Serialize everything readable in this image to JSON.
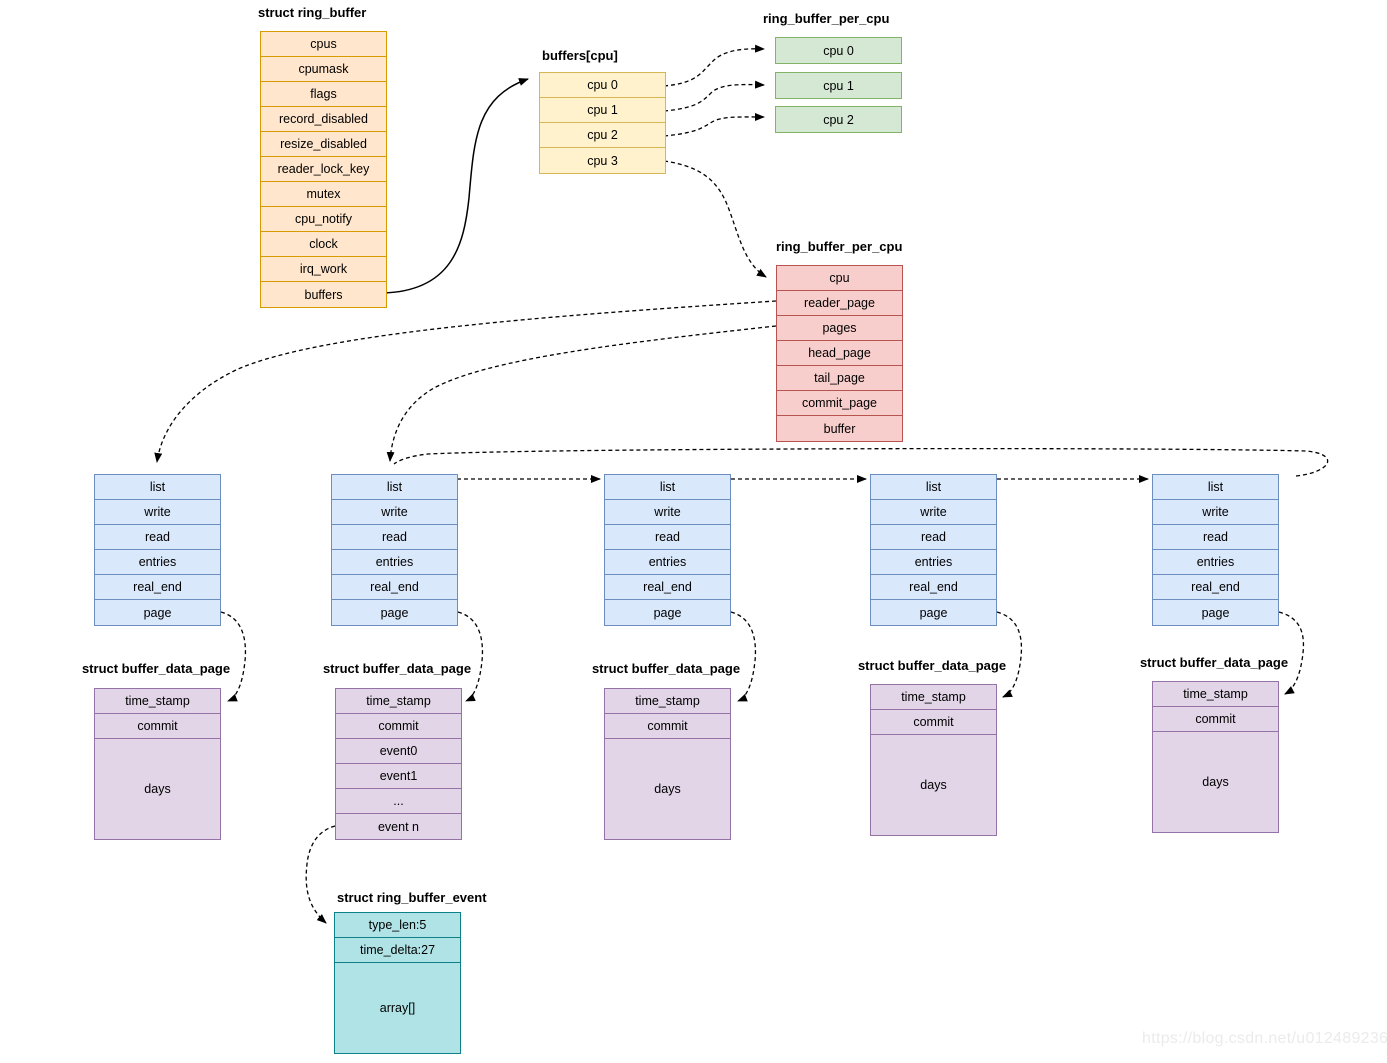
{
  "watermark": "https://blog.csdn.net/u012489236",
  "colors": {
    "orange_fill": "#ffe6cc",
    "orange_stroke": "#d79b00",
    "yellow_fill": "#fff2cc",
    "yellow_stroke": "#d6b656",
    "green_fill": "#d5e8d4",
    "green_stroke": "#82b366",
    "red_fill": "#f8cecc",
    "red_stroke": "#b85450",
    "blue_fill": "#dae8fc",
    "blue_stroke": "#6c8ebf",
    "purple_fill": "#e1d5e7",
    "purple_stroke": "#9673a6",
    "teal_fill": "#b0e3e6",
    "teal_stroke": "#0e8088",
    "connector": "#000000"
  },
  "diagram": {
    "ring_buffer": {
      "title": "struct ring_buffer",
      "rows": [
        "cpus",
        "cpumask",
        "flags",
        "record_disabled",
        "resize_disabled",
        "reader_lock_key",
        "mutex",
        "cpu_notify",
        "clock",
        "irq_work",
        "buffers"
      ]
    },
    "buffers_cpu": {
      "title": "buffers[cpu]",
      "rows": [
        "cpu 0",
        "cpu 1",
        "cpu 2",
        "cpu 3"
      ]
    },
    "per_cpu_array": {
      "title": "ring_buffer_per_cpu",
      "rows": [
        "cpu 0",
        "cpu 1",
        "cpu 2"
      ]
    },
    "per_cpu": {
      "title": "ring_buffer_per_cpu",
      "rows": [
        "cpu",
        "reader_page",
        "pages",
        "head_page",
        "tail_page",
        "commit_page",
        "buffer"
      ]
    },
    "buffer_page": {
      "rows": [
        "list",
        "write",
        "read",
        "entries",
        "real_end",
        "page"
      ]
    },
    "data_page": {
      "title": "struct buffer_data_page",
      "rows": [
        "time_stamp",
        "commit",
        "days"
      ]
    },
    "data_page_events": {
      "title": "struct buffer_data_page",
      "rows": [
        "time_stamp",
        "commit",
        "event0",
        "event1",
        "...",
        "event n"
      ]
    },
    "event": {
      "title": "struct ring_buffer_event",
      "rows": [
        "type_len:5",
        "time_delta:27",
        "array[]"
      ]
    }
  }
}
